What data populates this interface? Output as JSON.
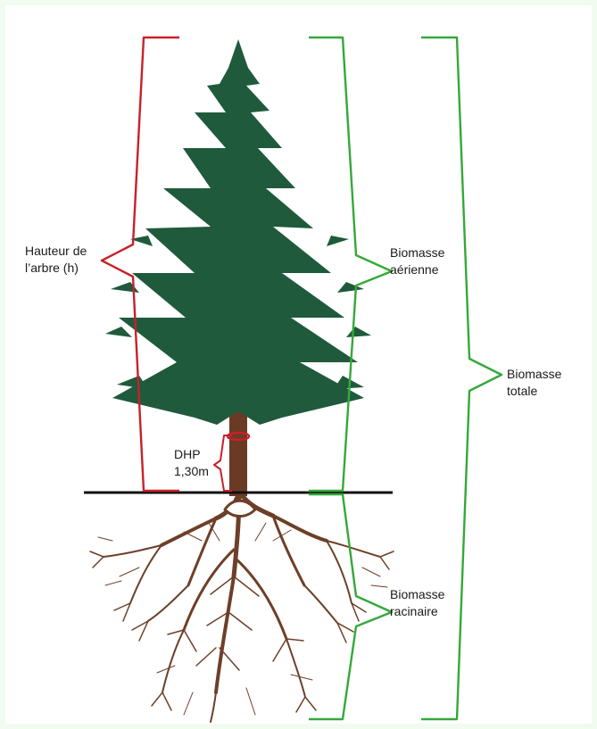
{
  "labels": {
    "hauteur_line1": "Hauteur de",
    "hauteur_line2": "l’arbre (h)",
    "dhp_line1": "DHP",
    "dhp_line2": "1,30m",
    "aerienne_line1": "Biomasse",
    "aerienne_line2": "aérienne",
    "totale_line1": "Biomasse",
    "totale_line2": "totale",
    "racinaire_line1": "Biomasse",
    "racinaire_line2": "racinaire"
  },
  "colors": {
    "height_bracket": "#c8202a",
    "biomass_brackets": "#35a83a",
    "foliage": "#1f5a3c",
    "trunk": "#6b3a25",
    "roots": "#6e3f28",
    "ground": "#111111"
  },
  "icons": {
    "tree": "conifer-tree",
    "roots": "root-system"
  }
}
